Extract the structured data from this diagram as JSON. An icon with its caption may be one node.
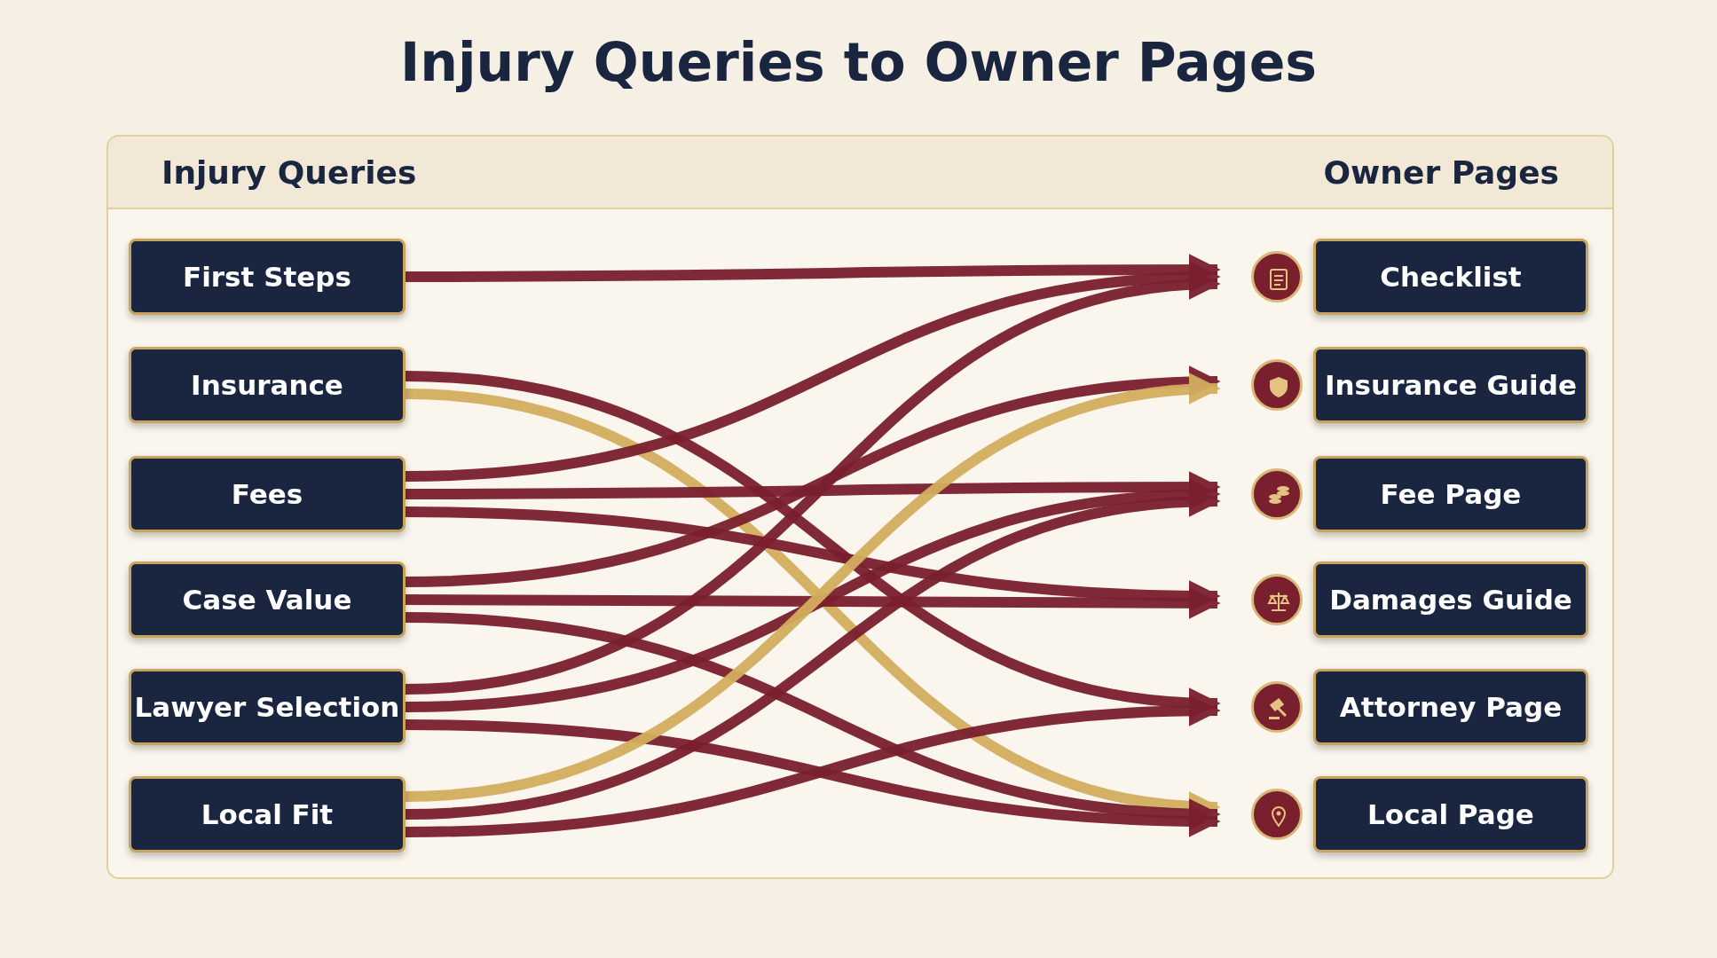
{
  "diagram": {
    "title": "Injury Queries to Owner Pages",
    "nodes": [
      {
        "text": [
          "First Steps"
        ]
      },
      {
        "text": [
          "Insurance"
        ]
      },
      {
        "text": [
          "Fees"
        ]
      },
      {
        "text": [
          "Case Value"
        ]
      },
      {
        "text": [
          "Lawyer Selection"
        ]
      },
      {
        "text": [
          "Local Fit"
        ]
      },
      {
        "text": [],
        "shape": "circle"
      },
      {
        "text": [],
        "shape": "circle"
      },
      {
        "text": [],
        "shape": "circle"
      },
      {
        "text": [],
        "shape": "circle"
      },
      {
        "text": [],
        "shape": "circle"
      },
      {
        "text": [],
        "shape": "circle"
      },
      {
        "text": [
          "Checklist"
        ]
      },
      {
        "text": [
          "Insurance Guide"
        ]
      },
      {
        "text": [
          "Fee Page"
        ]
      },
      {
        "text": [
          "Damages Guide"
        ]
      },
      {
        "text": [
          "Attorney Page"
        ]
      },
      {
        "text": [
          "Local Page"
        ]
      }
    ],
    "edges": [
      {
        "from": 0,
        "to": 6,
        "arrow": "to"
      },
      {
        "from": 1,
        "to": 10,
        "arrow": "to"
      },
      {
        "from": 1,
        "to": 11,
        "arrow": "to",
        "color": "#d4ae5e"
      },
      {
        "from": 2,
        "to": 6,
        "arrow": "to"
      },
      {
        "from": 2,
        "to": 8,
        "arrow": "to"
      },
      {
        "from": 2,
        "to": 9,
        "arrow": "to"
      },
      {
        "from": 3,
        "to": 7,
        "arrow": "to"
      },
      {
        "from": 3,
        "to": 9,
        "arrow": "to"
      },
      {
        "from": 3,
        "to": 11,
        "arrow": "to"
      },
      {
        "from": 4,
        "to": 6,
        "arrow": "to"
      },
      {
        "from": 4,
        "to": 8,
        "arrow": "to"
      },
      {
        "from": 4,
        "to": 11,
        "arrow": "to"
      },
      {
        "from": 5,
        "to": 7,
        "arrow": "to",
        "color": "#d4ae5e"
      },
      {
        "from": 5,
        "to": 8,
        "arrow": "to"
      },
      {
        "from": 5,
        "to": 10,
        "arrow": "to"
      }
    ],
    "labels": [
      "Injury Queries",
      "Owner Pages"
    ]
  }
}
